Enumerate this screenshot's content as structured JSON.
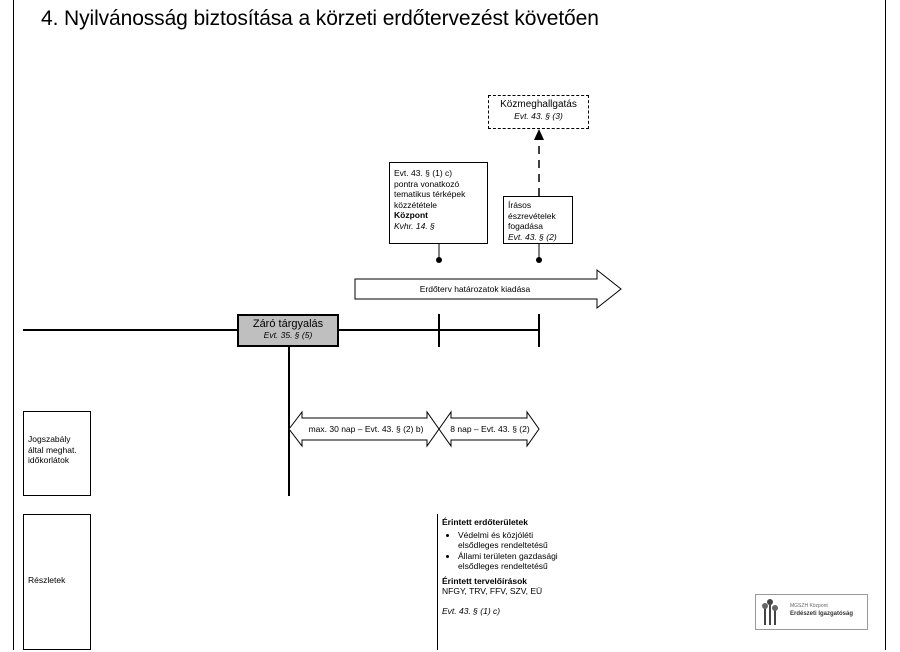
{
  "title": "4. Nyilvánosság biztosítása a körzeti erdőtervezést követően",
  "hearing": {
    "label": "Közmeghallgatás",
    "ref": "Evt. 43. § (3)"
  },
  "map_box": {
    "line1": "Evt. 43. § (1) c)",
    "line2": "pontra vonatkozó",
    "line3": "tematikus térképek",
    "line4": "közzététele",
    "org": "Központ",
    "ref": "Kvhr. 14. §"
  },
  "written_box": {
    "line1": "Írásos",
    "line2": "észrevételek",
    "line3": "fogadása",
    "ref": "Evt. 43. § (2)"
  },
  "resolutions_arrow": "Erdőterv határozatok kiadása",
  "closing": {
    "label": "Záró tárgyalás",
    "ref": "Evt. 35. § (5)"
  },
  "time_limits_box": {
    "line1": "Jogszabály",
    "line2": "által meghat.",
    "line3": "időkorlátok"
  },
  "arrow_30": "max. 30 nap – Evt. 43. § (2) b)",
  "arrow_8": "8 nap – Evt. 43. § (2)",
  "details_box": "Részletek",
  "details": {
    "areas_heading": "Érintett erdőterületek",
    "areas": [
      "Védelmi és közjóléti elsődleges rendeltetésű",
      "Állami területen gazdasági elsődleges rendeltetésű"
    ],
    "plans_heading": "Érintett tervelőírások",
    "plans": "NFGY, TRV, FFV, SZV, EÜ",
    "ref": "Evt. 43. § (1) c)"
  },
  "logo": {
    "line1": "MGSZH Központ",
    "line2": "Erdészeti Igazgatóság"
  }
}
